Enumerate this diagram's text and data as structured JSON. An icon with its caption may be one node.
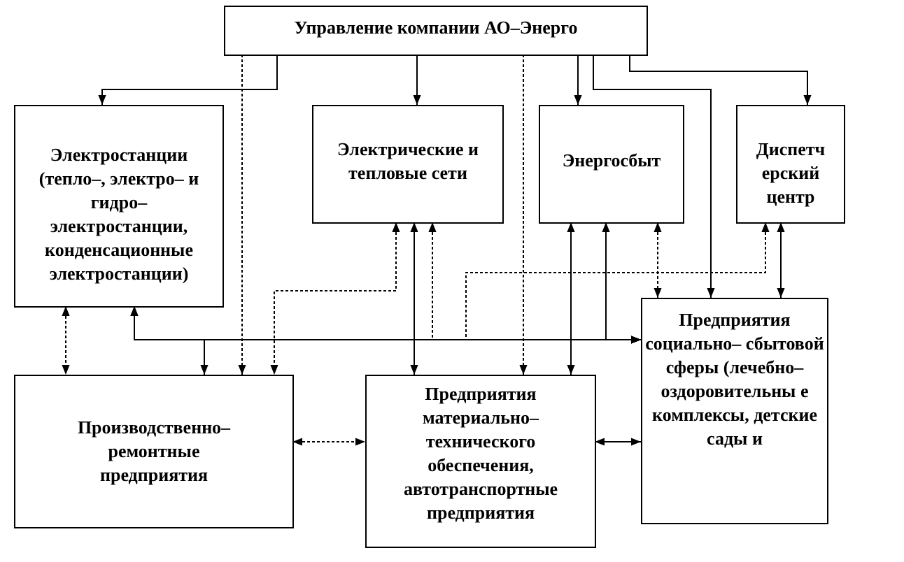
{
  "diagram": {
    "nodes": [
      {
        "text": [
          "Управление компании АО–Энерго"
        ]
      },
      {
        "text": [
          "Электростанции (тепло–, электро– и гидро– электростанции, конденсационные электростанции)"
        ]
      },
      {
        "text": [
          "Электрические и тепловые сети"
        ]
      },
      {
        "text": [
          "Энергосбыт"
        ]
      },
      {
        "text": [
          "Диспетч ерский центр"
        ]
      },
      {
        "text": [
          "Производственно– ремонтные предприятия"
        ]
      },
      {
        "text": [
          "Предприятия материально– технического обеспечения, автотранспортные предприятия"
        ]
      },
      {
        "text": [
          "Предприятия социально– сбытовой сферы (лечебно– оздоровительны е комплексы, детские сады и"
        ]
      }
    ],
    "edges": [
      {
        "from": 0,
        "to": 1,
        "arrow": "to"
      },
      {
        "from": 0,
        "to": 2,
        "arrow": "to"
      },
      {
        "from": 0,
        "to": 3,
        "arrow": "to"
      },
      {
        "from": 0,
        "to": 4,
        "arrow": "to"
      },
      {
        "from": 0,
        "to": 5,
        "arrow": "to",
        "style": "dashed"
      },
      {
        "from": 0,
        "to": 6,
        "arrow": "to",
        "style": "dashed"
      },
      {
        "from": 0,
        "to": 7,
        "arrow": "to"
      },
      {
        "from": 1,
        "to": 5,
        "arrow": "both",
        "style": "dashed"
      },
      {
        "from": 1,
        "to": 7,
        "arrow": "both"
      },
      {
        "from": 1,
        "to": 5,
        "arrow": "both"
      },
      {
        "from": 2,
        "to": 5,
        "arrow": "both",
        "style": "dashed"
      },
      {
        "from": 2,
        "to": 6,
        "arrow": "both"
      },
      {
        "from": 2,
        "to": 7,
        "arrow": "both",
        "style": "dashed"
      },
      {
        "from": 3,
        "to": 6,
        "arrow": "both"
      },
      {
        "from": 3,
        "to": 7,
        "arrow": "both"
      },
      {
        "from": 3,
        "to": 7,
        "arrow": "both",
        "style": "dashed"
      },
      {
        "from": 4,
        "to": 7,
        "arrow": "both",
        "style": "dashed"
      },
      {
        "from": 4,
        "to": 7,
        "arrow": "both"
      },
      {
        "from": 5,
        "to": 6,
        "arrow": "both",
        "style": "dashed"
      },
      {
        "from": 6,
        "to": 7,
        "arrow": "both"
      }
    ]
  }
}
